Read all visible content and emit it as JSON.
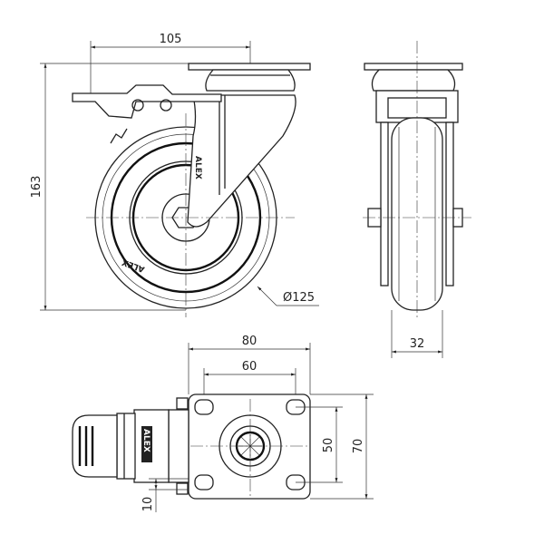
{
  "drawing": {
    "title": "Swivel caster with brake - technical drawing",
    "side_view": {
      "width_dim": "105",
      "height_dim": "163",
      "wheel_diameter_dim": "Ø125",
      "logo_text": "ALEX"
    },
    "front_view": {
      "wheel_width_dim": "32"
    },
    "plate_view": {
      "plate_width_dim": "80",
      "hole_spacing_x_dim": "60",
      "hole_spacing_y_dim": "50",
      "plate_length_dim": "70",
      "offset_dim": "10",
      "logo_text": "ALEX"
    }
  }
}
